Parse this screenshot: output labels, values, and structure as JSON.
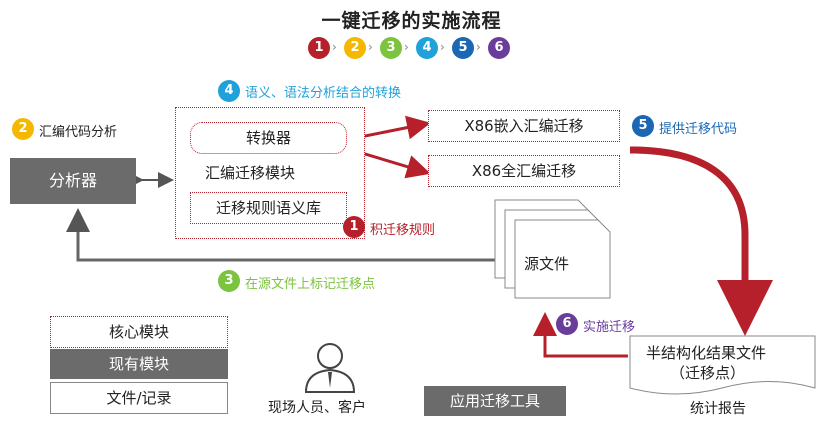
{
  "title": "一键迁移的实施流程",
  "step_colors": [
    "#b5202a",
    "#f5b800",
    "#7cc33f",
    "#21a1d9",
    "#1b67b3",
    "#6a3d9a"
  ],
  "steps": [
    {
      "num": "1",
      "label": "积迁移规则"
    },
    {
      "num": "2",
      "label": "汇编代码分析"
    },
    {
      "num": "3",
      "label": "在源文件上标记迁移点"
    },
    {
      "num": "4",
      "label": "语义、语法分析结合的转换"
    },
    {
      "num": "5",
      "label": "提供迁移代码"
    },
    {
      "num": "6",
      "label": "实施迁移"
    }
  ],
  "nodes": {
    "analyzer": "分析器",
    "converter": "转换器",
    "asm_module": "汇编迁移模块",
    "rule_lib": "迁移规则语义库",
    "x86_embedded": "X86嵌入汇编迁移",
    "x86_full": "X86全汇编迁移",
    "source_file": "源文件",
    "result_file_line1": "半结构化结果文件",
    "result_file_line2": "（迁移点）",
    "report": "统计报告"
  },
  "legend": {
    "core": "核心模块",
    "existing": "现有模块",
    "file": "文件/记录",
    "person": "现场人员、客户",
    "tool": "应用迁移工具"
  }
}
